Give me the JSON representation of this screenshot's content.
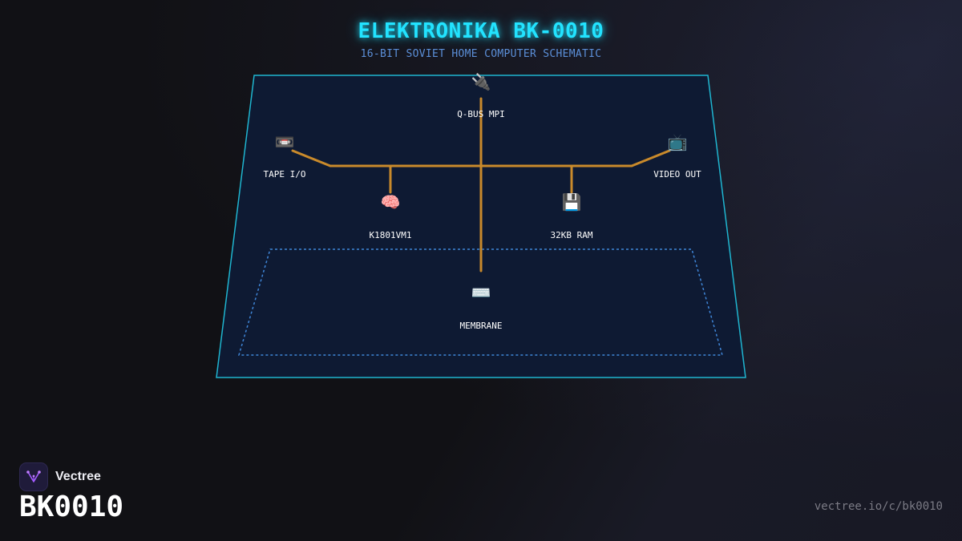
{
  "header": {
    "title": "ELEKTRONIKA BK-0010",
    "subtitle": "16-BIT SOVIET HOME COMPUTER SCHEMATIC"
  },
  "colors": {
    "title": "#22e3ff",
    "subtitle": "#5b8fd8",
    "board_fill": "#0e1a33",
    "board_border": "#1fb5d0",
    "bus_wire": "#c98a2b",
    "dashed_zone": "#3f86d8"
  },
  "nodes": [
    {
      "id": "qbus",
      "icon": "🔌",
      "icon_name": "plug-icon",
      "label": "Q-BUS MPI"
    },
    {
      "id": "tape",
      "icon": "📼",
      "icon_name": "cassette-icon",
      "label": "TAPE I/O"
    },
    {
      "id": "video",
      "icon": "📺",
      "icon_name": "tv-icon",
      "label": "VIDEO OUT"
    },
    {
      "id": "cpu",
      "icon": "🧠",
      "icon_name": "brain-icon",
      "label": "K1801VM1"
    },
    {
      "id": "ram",
      "icon": "💾",
      "icon_name": "floppy-icon",
      "label": "32KB RAM"
    },
    {
      "id": "keyboard",
      "icon": "⌨️",
      "icon_name": "keyboard-icon",
      "label": "MEMBRANE"
    }
  ],
  "brand": {
    "name": "Vectree",
    "model": "BK0010",
    "url": "vectree.io/c/bk0010"
  }
}
